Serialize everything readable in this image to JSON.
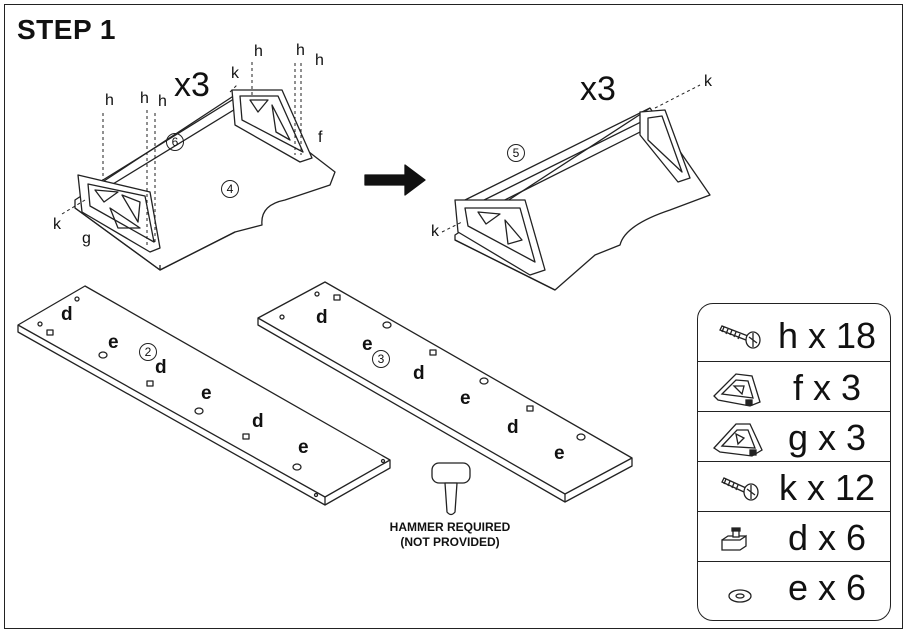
{
  "step_title": "STEP 1",
  "multiplier": "x3",
  "hardware_letters": {
    "h": "h",
    "k": "k",
    "f": "f",
    "g": "g",
    "d": "d",
    "e": "e"
  },
  "parts": {
    "p2": "2",
    "p3": "3",
    "p4": "4",
    "p5": "5",
    "p6": "6"
  },
  "hammer": {
    "line1": "HAMMER REQUIRED",
    "line2": "(NOT PROVIDED)"
  },
  "legend": [
    {
      "icon": "screw-icon",
      "text": "h x 18"
    },
    {
      "icon": "bracket-f-icon",
      "text": "f x 3"
    },
    {
      "icon": "bracket-g-icon",
      "text": "g x 3"
    },
    {
      "icon": "screw-icon",
      "text": "k x 12"
    },
    {
      "icon": "cam-bolt-icon",
      "text": "d x 6"
    },
    {
      "icon": "washer-icon",
      "text": "e x 6"
    }
  ]
}
